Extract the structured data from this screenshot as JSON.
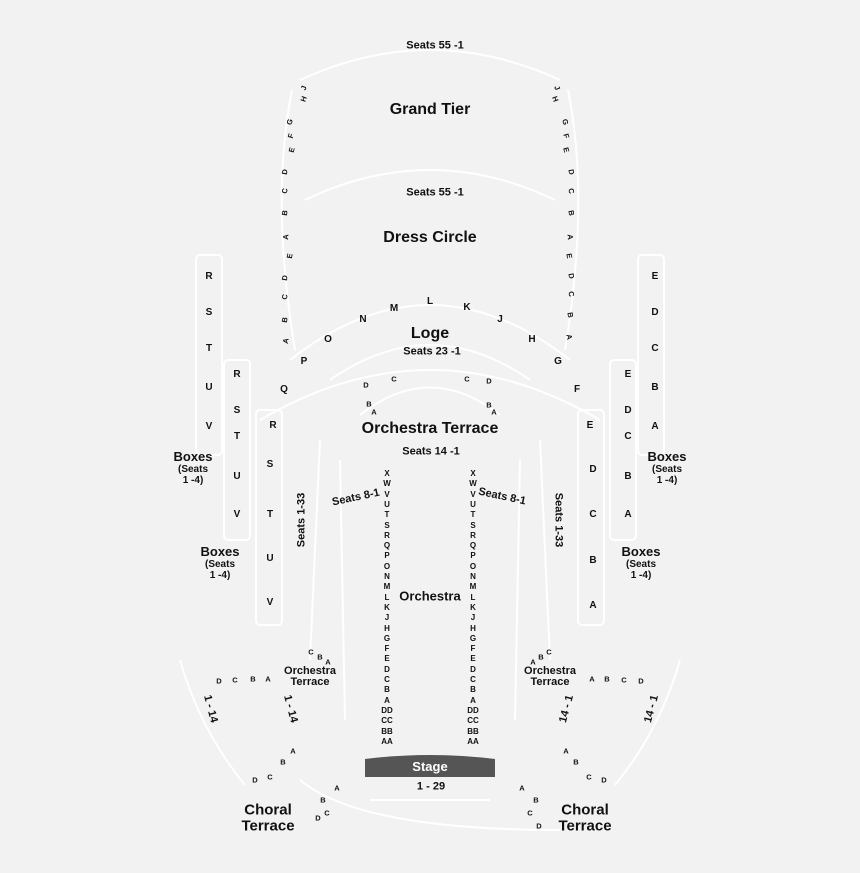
{
  "sections": {
    "grand_tier": "Grand Tier",
    "grand_tier_seats": "Seats 55 -1",
    "dress_circle": "Dress Circle",
    "dress_circle_seats": "Seats 55 -1",
    "loge": "Loge",
    "loge_seats": "Seats 23 -1",
    "orchestra_terrace": "Orchestra Terrace",
    "orchestra_terrace_seats": "Seats 14 -1",
    "orchestra": "Orchestra",
    "seats_8_1": "Seats 8-1",
    "seats_1_33": "Seats 1-33",
    "orchestra_terrace_small": "Orchestra",
    "terrace_word": "Terrace",
    "stage": "Stage",
    "stage_seats": "1 - 29",
    "choral": "Choral",
    "choral_terrace": "Terrace",
    "boxes": "Boxes",
    "boxes_seats_line1": "(Seats",
    "boxes_seats_line2": "1 -4)",
    "side_1_14": "1 - 14",
    "side_14_1": "14 - 1"
  },
  "rows": {
    "orchestra_rows": [
      "X",
      "W",
      "V",
      "U",
      "T",
      "S",
      "R",
      "Q",
      "P",
      "O",
      "N",
      "M",
      "L",
      "K",
      "J",
      "H",
      "G",
      "F",
      "E",
      "D",
      "C",
      "B",
      "A",
      "DD",
      "CC",
      "BB",
      "AA"
    ],
    "grand_tier_rows": [
      "J",
      "H",
      "G",
      "F",
      "E",
      "D",
      "C",
      "B",
      "A"
    ],
    "dress_circle_rows": [
      "E",
      "D",
      "C",
      "B",
      "A"
    ],
    "loge_arc_rows": [
      "Q",
      "P",
      "O",
      "N",
      "M",
      "L",
      "K",
      "J",
      "H",
      "G",
      "F"
    ],
    "loge_inner_rows_left": [
      "D",
      "C",
      "B",
      "A"
    ],
    "loge_inner_rows_right": [
      "C",
      "D",
      "B",
      "A"
    ],
    "left_box_outer": [
      "R",
      "S",
      "T",
      "U",
      "V"
    ],
    "left_box_inner": [
      "R",
      "S",
      "T",
      "U",
      "V"
    ],
    "left_box_mid": [
      "R",
      "S",
      "T",
      "U",
      "V"
    ],
    "right_box_outer": [
      "E",
      "D",
      "C",
      "B",
      "A"
    ],
    "right_box_inner": [
      "E",
      "D",
      "C",
      "B",
      "A"
    ],
    "right_box_mid": [
      "E",
      "D",
      "C",
      "B",
      "A"
    ],
    "terrace_abc_left": [
      "C",
      "B",
      "A"
    ],
    "terrace_abc_right": [
      "A",
      "B",
      "C"
    ],
    "side_dcba_left": [
      "D",
      "C",
      "B",
      "A"
    ],
    "side_abcd_right": [
      "A",
      "B",
      "C",
      "D"
    ],
    "choral_upper_left": [
      "A",
      "B",
      "C",
      "D"
    ],
    "choral_upper_right": [
      "A",
      "B",
      "C",
      "D"
    ],
    "choral_lower_left": [
      "A",
      "B",
      "C",
      "D"
    ],
    "choral_lower_right": [
      "A",
      "B",
      "C",
      "D"
    ]
  },
  "colors": {
    "background": "#f2f2f2",
    "outline": "#ffffff",
    "stage": "#555555",
    "text": "#111111"
  }
}
